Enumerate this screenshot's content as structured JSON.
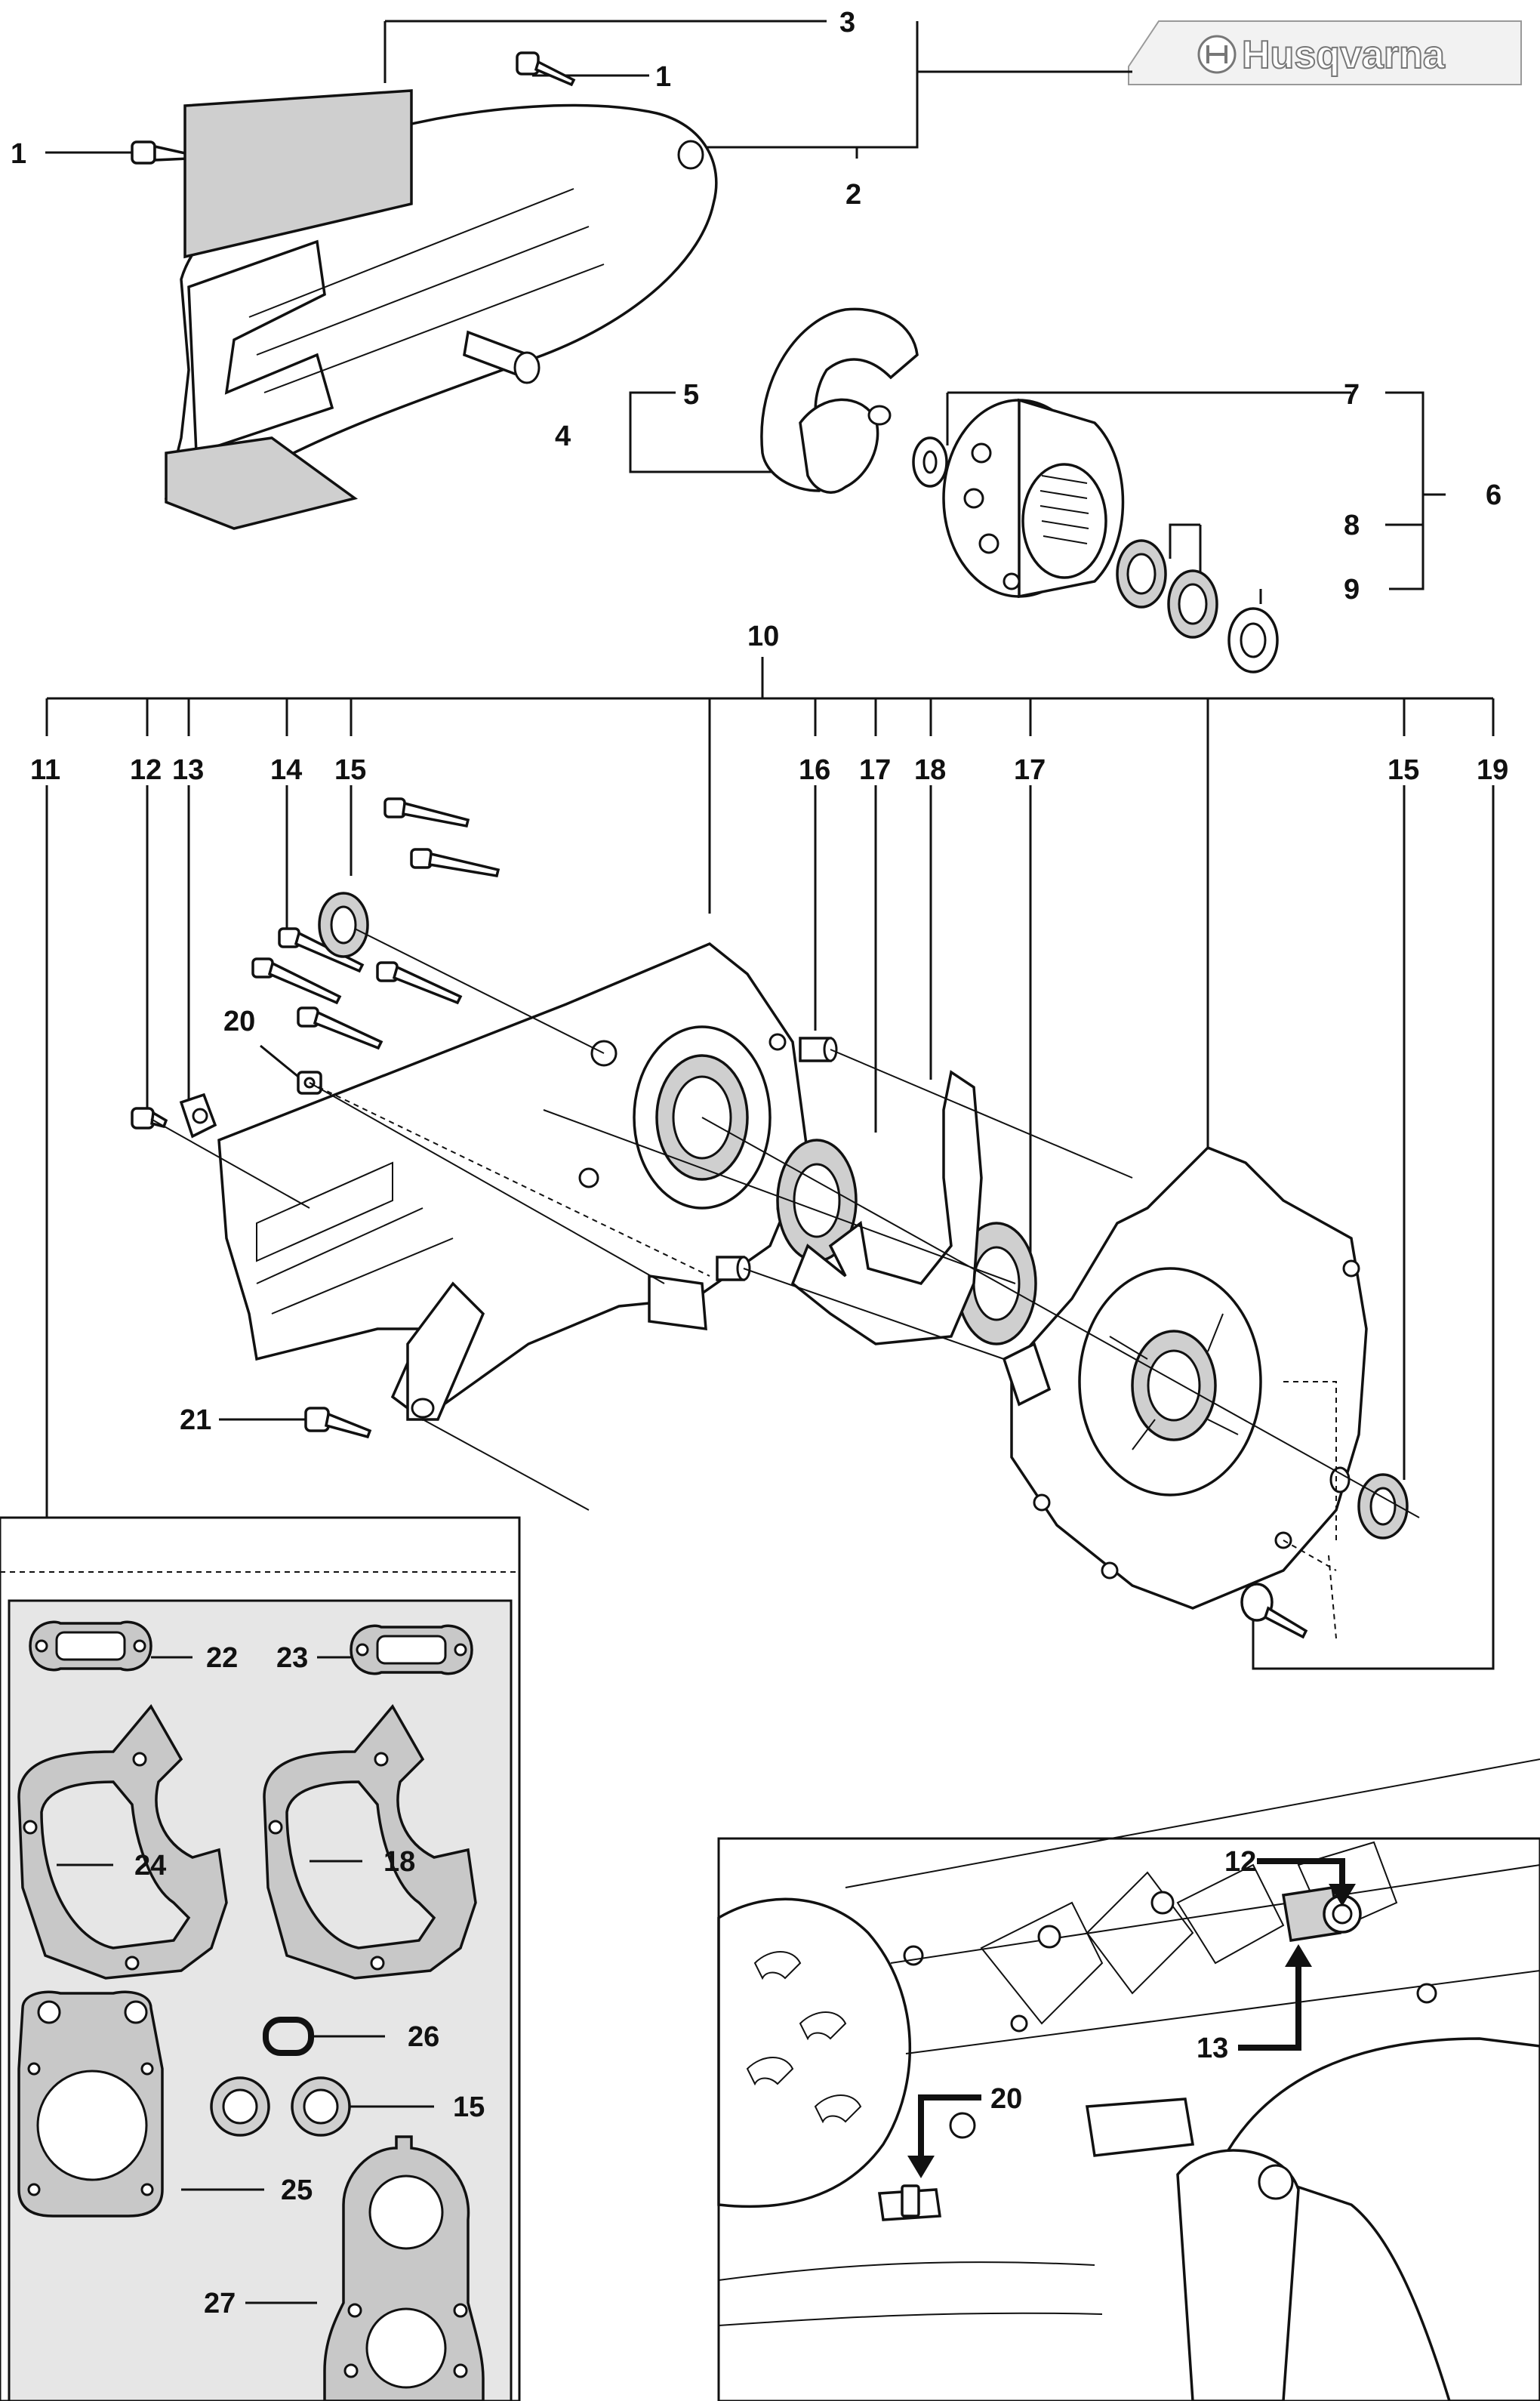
{
  "brand": {
    "name": "Husqvarna",
    "logo_icon": "husqvarna-crown-icon"
  },
  "callouts": {
    "c1a": "1",
    "c1b": "1",
    "c2": "2",
    "c3": "3",
    "c4": "4",
    "c5": "5",
    "c6": "6",
    "c7": "7",
    "c8": "8",
    "c9": "9",
    "c10": "10",
    "c11": "11",
    "c12": "12",
    "c13": "13",
    "c14": "14",
    "c15a": "15",
    "c16": "16",
    "c17a": "17",
    "c18": "18",
    "c17b": "17",
    "c15b": "15",
    "c19": "19",
    "c20": "20",
    "c21": "21",
    "c22": "22",
    "c23": "23",
    "c24": "24",
    "c18b": "18",
    "c25": "25",
    "c26": "26",
    "c15c": "15",
    "c27": "27",
    "d12": "12",
    "d13": "13",
    "d20": "20"
  }
}
